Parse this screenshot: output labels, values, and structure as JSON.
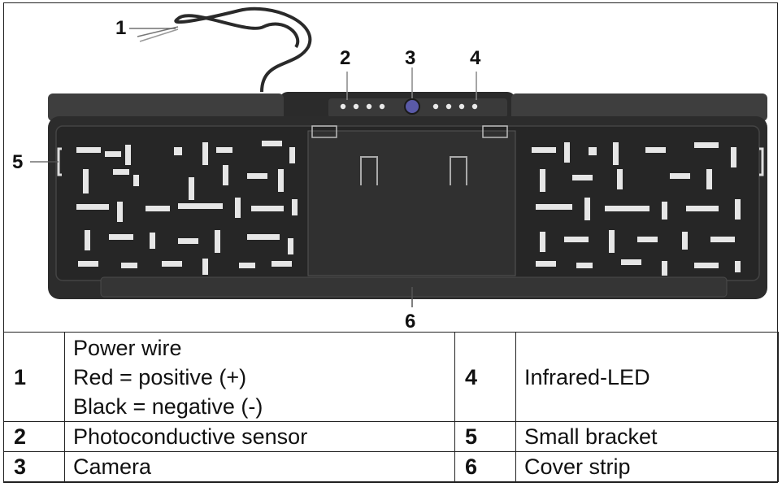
{
  "callouts": {
    "c1": "1",
    "c2": "2",
    "c3": "3",
    "c4": "4",
    "c5": "5",
    "c6": "6"
  },
  "legend": {
    "rows": [
      {
        "left_num": "1",
        "left_lines": [
          "Power wire",
          "Red = positive (+)",
          "Black = negative (-)"
        ],
        "right_num": "4",
        "right_text": "Infrared-LED"
      },
      {
        "left_num": "2",
        "left_lines": [
          "Photoconductive sensor"
        ],
        "right_num": "5",
        "right_text": "Small bracket"
      },
      {
        "left_num": "3",
        "left_lines": [
          "Camera"
        ],
        "right_num": "6",
        "right_text": "Cover strip"
      }
    ]
  }
}
